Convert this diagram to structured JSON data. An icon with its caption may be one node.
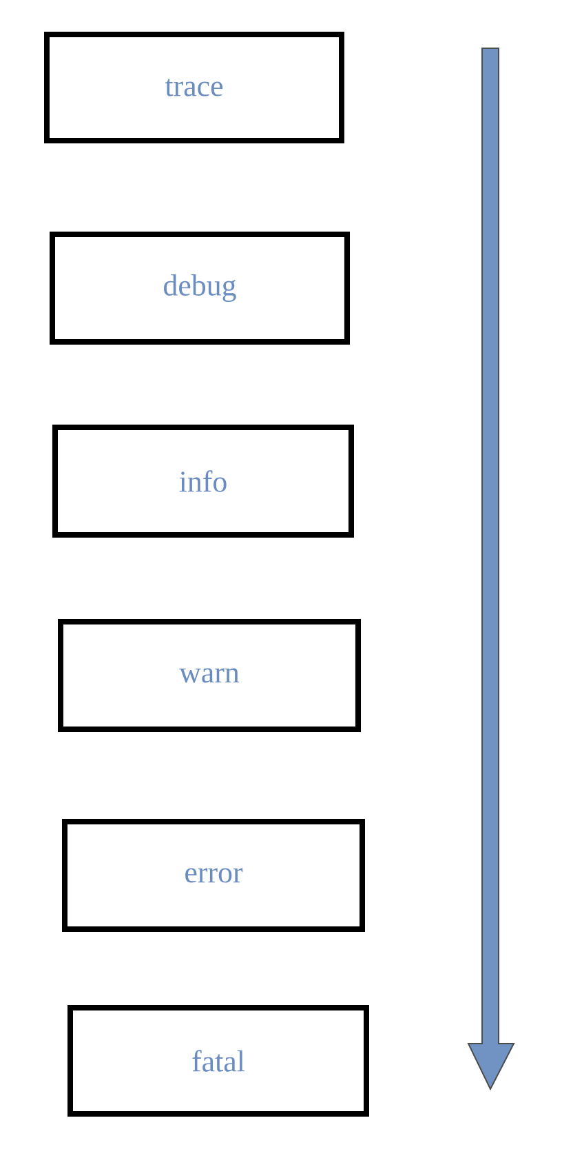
{
  "diagram": {
    "nodes": [
      {
        "text": [
          "trace"
        ]
      },
      {
        "text": [
          "debug"
        ]
      },
      {
        "text": [
          "info"
        ]
      },
      {
        "text": [
          "warn"
        ]
      },
      {
        "text": [
          "error"
        ]
      },
      {
        "text": [
          "fatal"
        ]
      }
    ]
  }
}
